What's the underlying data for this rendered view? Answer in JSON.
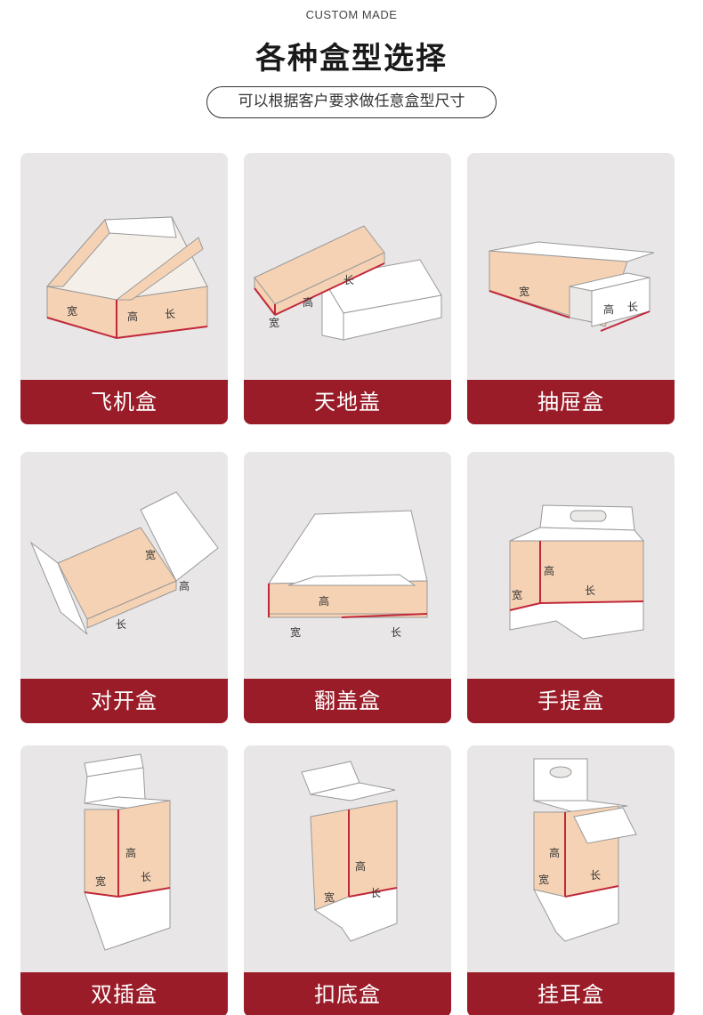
{
  "header": {
    "en_subtitle": "CUSTOM MADE",
    "title": "各种盒型选择",
    "tagline": "可以根据客户要求做任意盒型尺寸"
  },
  "colors": {
    "label_bar": "#9a1c28",
    "card_bg": "#e8e6e6",
    "box_face": "#f6d2b4",
    "edge_red": "#c0283a"
  },
  "dims": {
    "length": "长",
    "width": "宽",
    "height": "高"
  },
  "cards": [
    {
      "label": "飞机盒"
    },
    {
      "label": "天地盖"
    },
    {
      "label": "抽屉盒"
    },
    {
      "label": "对开盒"
    },
    {
      "label": "翻盖盒"
    },
    {
      "label": "手提盒"
    },
    {
      "label": "双插盒"
    },
    {
      "label": "扣底盒"
    },
    {
      "label": "挂耳盒"
    }
  ]
}
